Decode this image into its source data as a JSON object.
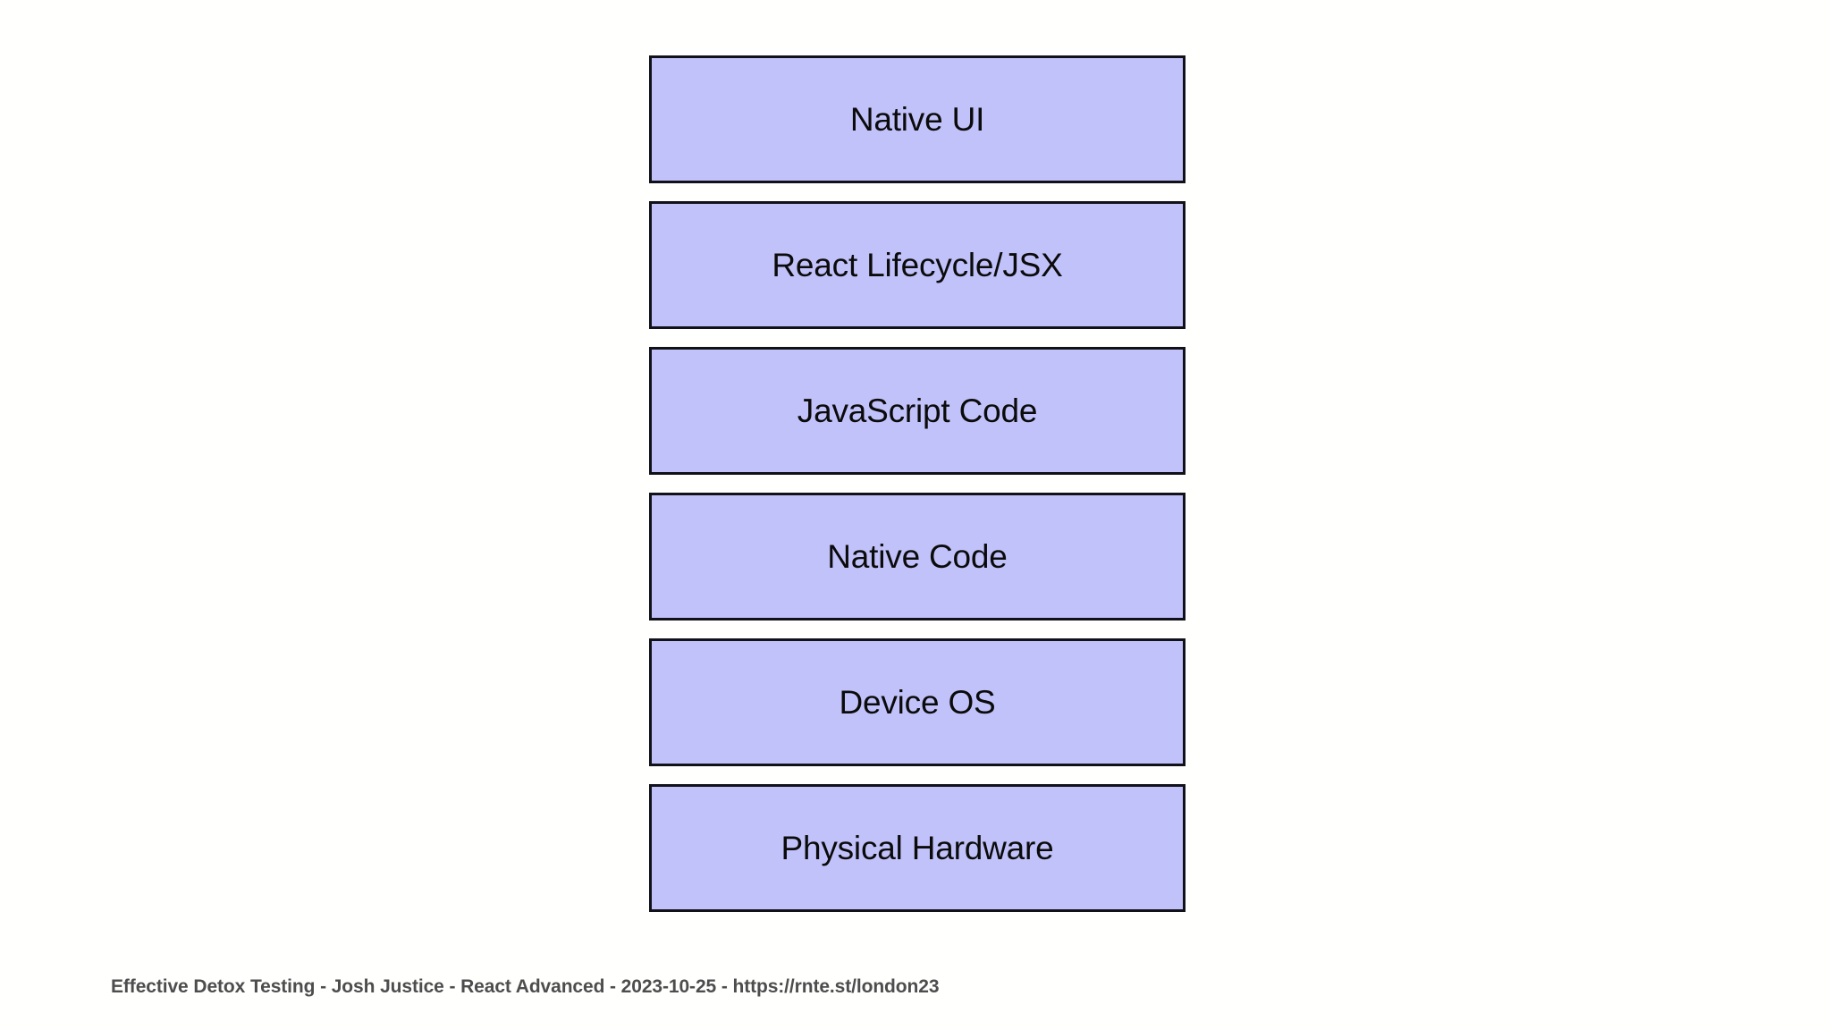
{
  "slide": {
    "background_color": "#fffffe",
    "diagram": {
      "name": "react-native-stack-layers",
      "orientation": "vertical-top-to-bottom",
      "box_fill_color": "#c2c2fb",
      "box_border_color": "#11111a",
      "text_color": "#0b0b0b",
      "layers": [
        {
          "label": "Native UI"
        },
        {
          "label": "React Lifecycle/JSX"
        },
        {
          "label": "JavaScript Code"
        },
        {
          "label": "Native Code"
        },
        {
          "label": "Device OS"
        },
        {
          "label": "Physical Hardware"
        }
      ]
    },
    "footer": {
      "text": "Effective Detox Testing - Josh Justice - React Advanced - 2023-10-25 - https://rnte.st/london23",
      "color": "#4d4d4d"
    }
  },
  "chart_data": {
    "type": "diagram",
    "title": "",
    "categories": [
      "Native UI",
      "React Lifecycle/JSX",
      "JavaScript Code",
      "Native Code",
      "Device OS",
      "Physical Hardware"
    ],
    "values": [
      1,
      1,
      1,
      1,
      1,
      1
    ],
    "xlabel": "",
    "ylabel": "",
    "legend": []
  }
}
